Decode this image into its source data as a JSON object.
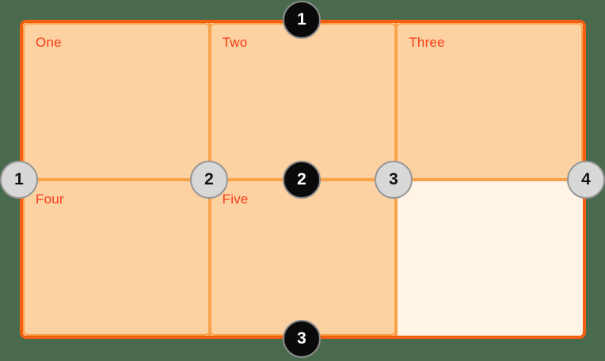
{
  "page": {
    "background_color": "#4A6A4E"
  },
  "grid_diagram": {
    "container": {
      "border_color": "#F3600F",
      "background_color": "#FFF4E6"
    },
    "track_line_color": "#F9A24C",
    "cell_style": {
      "background_color": "#FCD2A2",
      "border_color": "#F9A24C",
      "label_color": "#F93C18"
    },
    "cells": [
      {
        "label": "One"
      },
      {
        "label": "Two"
      },
      {
        "label": "Three"
      },
      {
        "label": "Four"
      },
      {
        "label": "Five"
      }
    ],
    "row_lines": {
      "marker_fill": "#0A0A0A",
      "marker_text_color": "#FFFFFF",
      "marker_border_color": "#8C8C8C",
      "numbers": [
        "1",
        "2",
        "3"
      ]
    },
    "column_lines": {
      "marker_fill": "#D8D8D8",
      "marker_text_color": "#111111",
      "marker_border_color": "#979797",
      "numbers": [
        "1",
        "2",
        "3",
        "4"
      ]
    }
  }
}
